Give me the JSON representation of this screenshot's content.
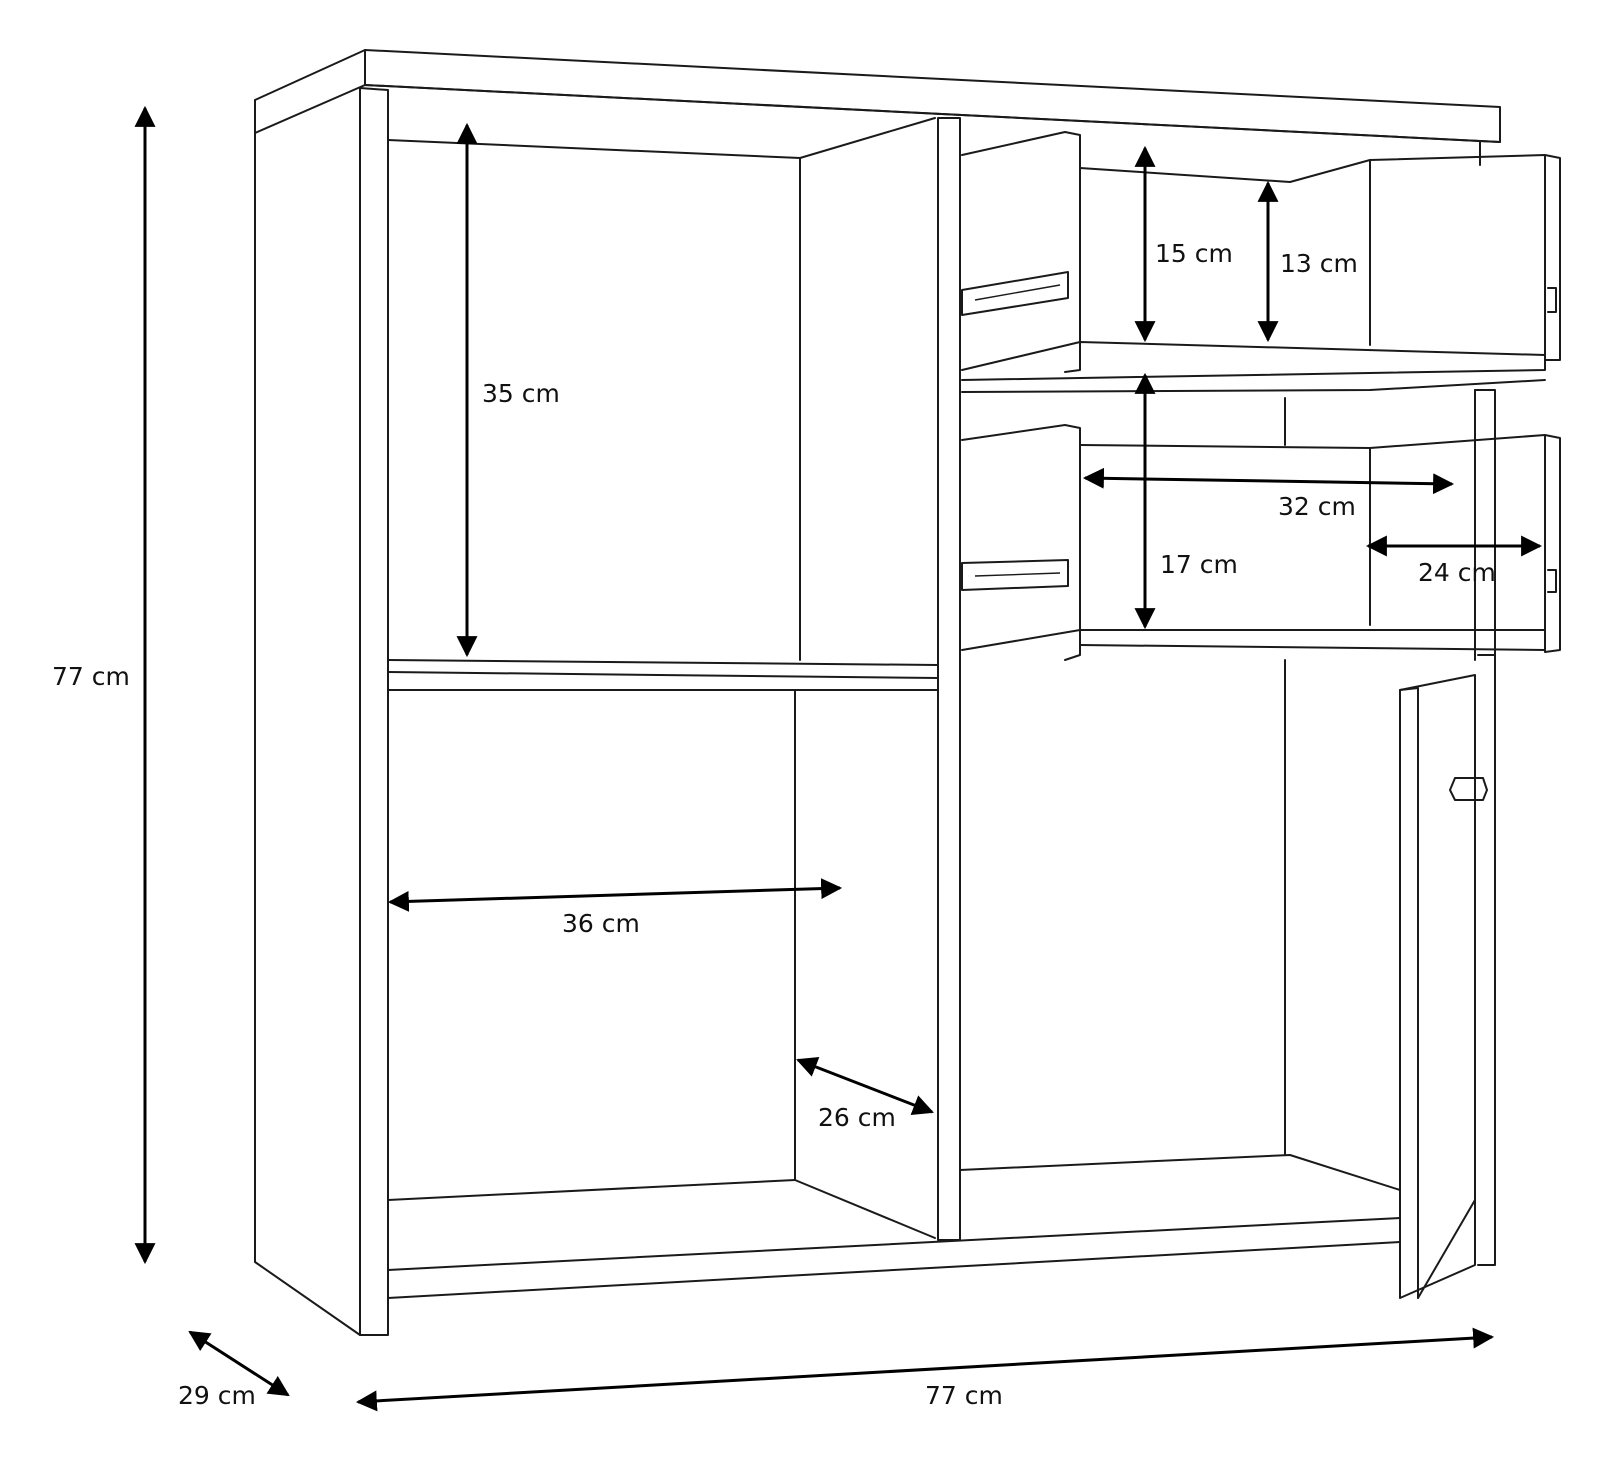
{
  "colors": {
    "line": "#1a1a1a",
    "dimension": "#000000",
    "background": "#ffffff"
  },
  "dimensions": {
    "total_height": "77 cm",
    "total_width": "77 cm",
    "depth": "29 cm",
    "open_shelf_height": "35 cm",
    "open_shelf_width": "36 cm",
    "open_shelf_depth": "26 cm",
    "drawer_top_outer_height": "15 cm",
    "drawer_top_inner_height": "13 cm",
    "drawer_width": "32 cm",
    "drawer_depth": "24 cm",
    "drawer_bottom_height": "17 cm"
  }
}
